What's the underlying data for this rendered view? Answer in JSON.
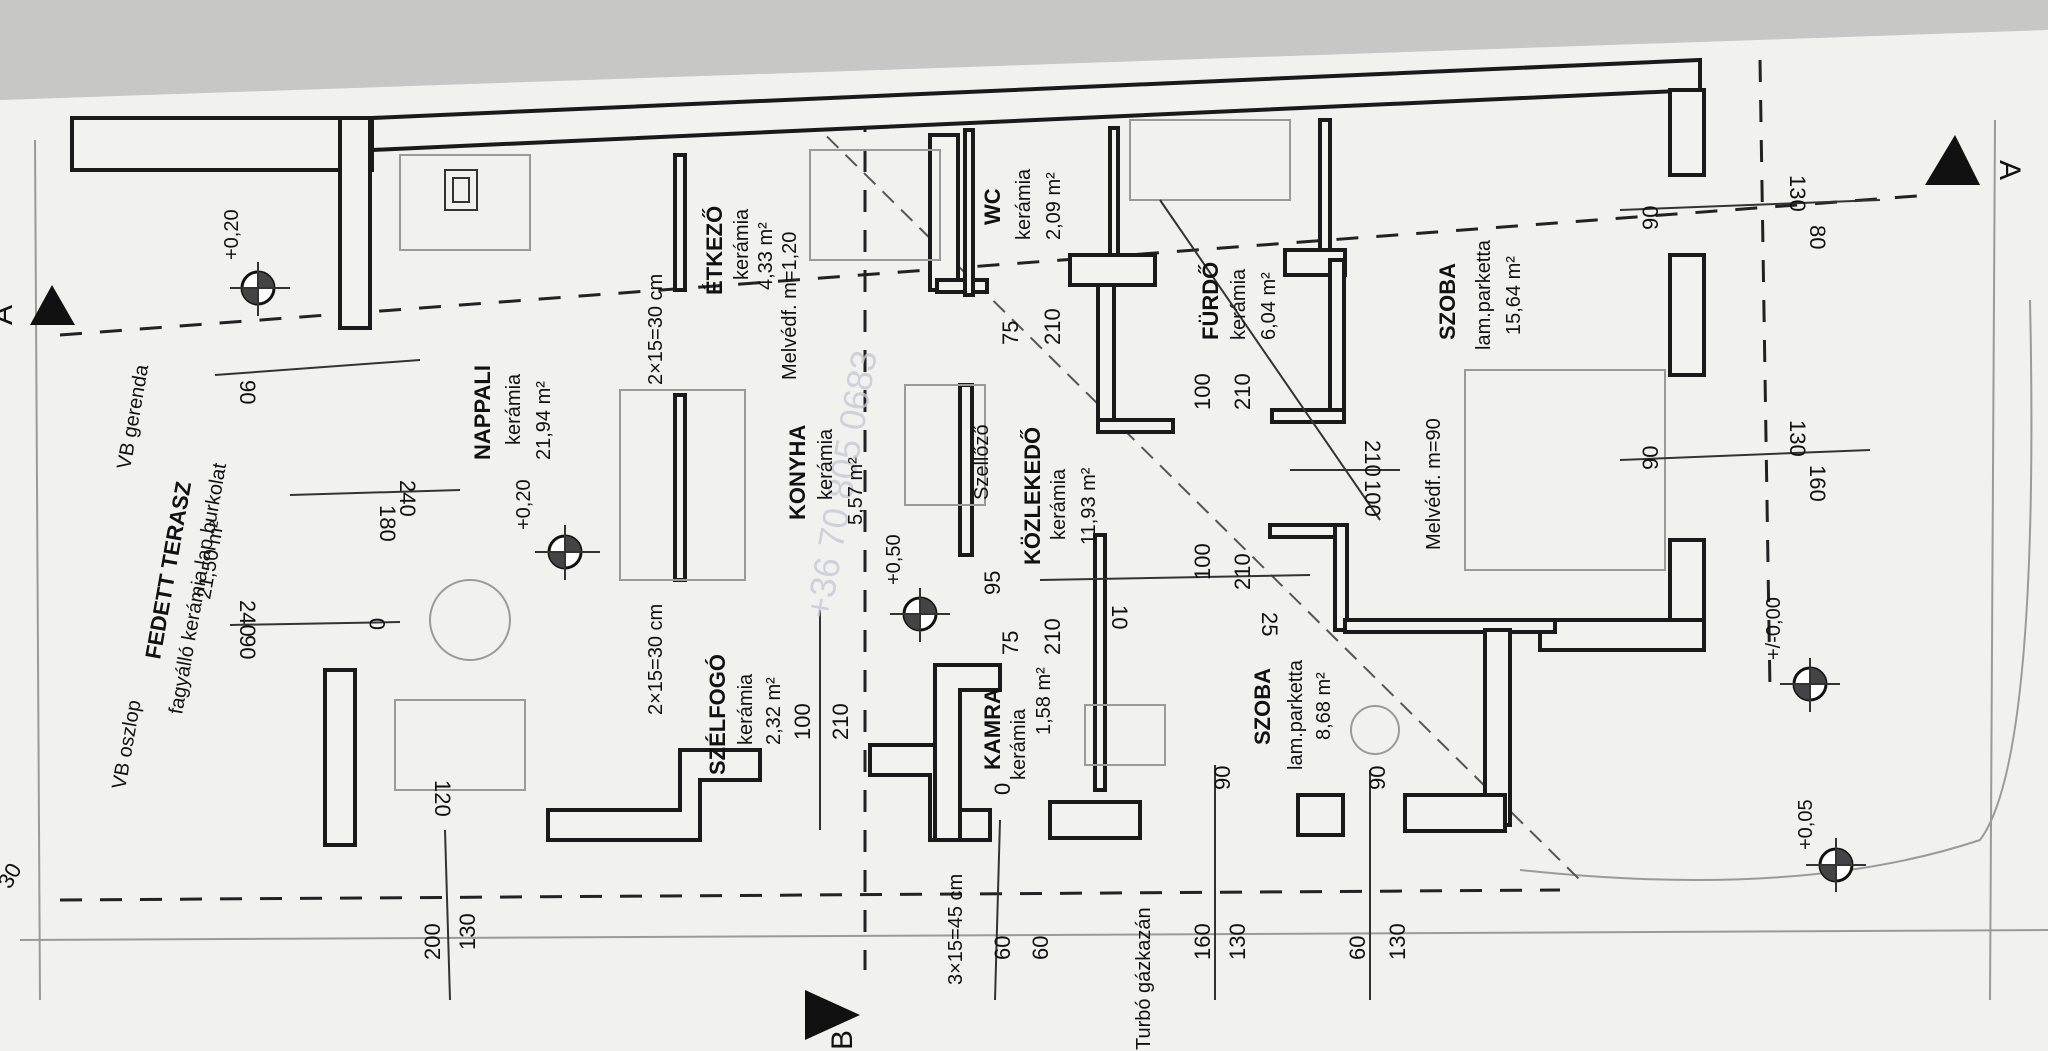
{
  "rooms": {
    "etkezo": {
      "name": "ÉTKEZŐ",
      "floor": "kerámia",
      "area": "4,33 m²",
      "extra": "Melvédf. m=1,20"
    },
    "wc": {
      "name": "WC",
      "floor": "kerámia",
      "area": "2,09 m²"
    },
    "napali": {
      "name": "NAPPALI",
      "floor": "kerámia",
      "area": "21,94 m²"
    },
    "konyha": {
      "name": "KONYHA",
      "floor": "kerámia",
      "area": "5,57 m²"
    },
    "kozlekedo": {
      "name": "KÖZLEKEDŐ",
      "floor": "kerámia",
      "area": "11,93 m²"
    },
    "furdo": {
      "name": "FÜRDŐ",
      "floor": "kerámia",
      "area": "6,04 m²"
    },
    "szoba1": {
      "name": "SZOBA",
      "floor": "lam.parketta",
      "area": "15,64 m²"
    },
    "szelfogo": {
      "name": "SZÉLFOGÓ",
      "floor": "kerámia",
      "area": "2,32 m²"
    },
    "kamra": {
      "name": "KAMRA",
      "floor": "kerámia",
      "area": "1,58 m²"
    },
    "szoba2": {
      "name": "SZOBA",
      "floor": "lam.parketta",
      "area": "8,68 m²"
    },
    "terasz": {
      "name": "FEDETT TERASZ",
      "floor": "fagyálló kerámia lap burkolat",
      "area": "21,50 m²"
    }
  },
  "notes": {
    "vb_gerenda": "VB gerenda",
    "vb_oszlop": "VB oszlop",
    "szellozo": "Szellőző",
    "stair1": "2×15=30 cm",
    "stair2": "2×15=30 cm",
    "stair3": "3×15=45 cm",
    "gazkazan": "Turbó gázkazán",
    "melvedf90": "Melvédf. m=90",
    "watermark": "+36 70 805 0683"
  },
  "levels": {
    "lvl_p020a": "+0,20",
    "lvl_p020b": "+0,20",
    "lvl_p050": "+0,50",
    "lvl_000": "+/-0,00",
    "lvl_p005": "+0,05"
  },
  "sections": {
    "a_top": "A",
    "a_right": "A",
    "b_bottom": "B"
  },
  "dims": {
    "d_200": "200",
    "d_130a": "130",
    "d_60a": "60",
    "d_60b": "60",
    "d_160a": "160",
    "d_130b": "130",
    "d_60c": "60",
    "d_130c": "130",
    "d_120": "120",
    "d_100": "100",
    "d_210a": "210",
    "d_210b": "210",
    "d_75a": "75",
    "d_75b": "75",
    "d_210c": "210",
    "d_100b": "100",
    "d_210d": "210",
    "d_210e": "210",
    "d_100c": "100",
    "d_100d": "100",
    "d_210f": "210",
    "d_90a": "90",
    "d_90b": "90",
    "d_90c": "90",
    "d_90d": "90",
    "d_130d": "130",
    "d_80": "80",
    "d_130e": "130",
    "d_160b": "160",
    "d_240a": "240",
    "d_180": "180",
    "d_240b": "240",
    "d_90e": "90",
    "d_30": "30",
    "d_10": "10",
    "d_25": "25",
    "d_90f": "90",
    "d_95": "95",
    "d_0a": "0",
    "d_0b": "0"
  }
}
